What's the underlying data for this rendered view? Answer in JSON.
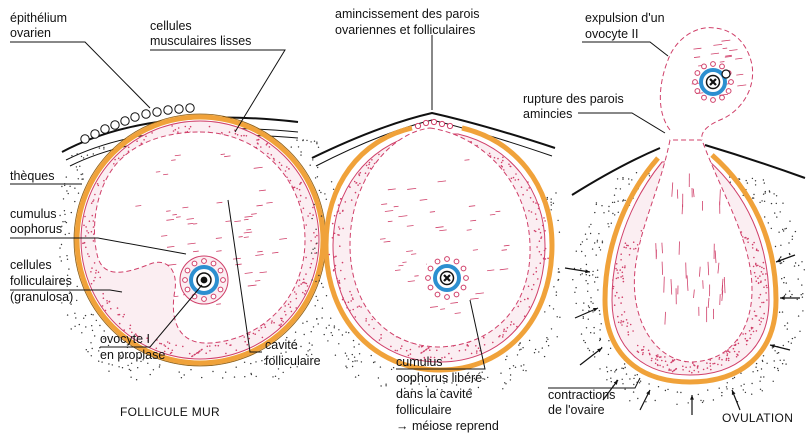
{
  "colors": {
    "background": "#ffffff",
    "theca_orange": "#f0a23a",
    "granulosa_pink": "#d0406a",
    "zona_blue": "#2c8fd0",
    "outline": "#111111"
  },
  "panels": [
    {
      "caption": "FOLLICULE MUR",
      "labels": {
        "epithelium": [
          "épithélium",
          "ovarien"
        ],
        "muscle": [
          "cellules",
          "musculaires lisses"
        ],
        "theques": [
          "thèques"
        ],
        "cumulus": [
          "cumulus",
          "oophorus"
        ],
        "granulosa": [
          "cellules",
          "folliculaires",
          "(granulosa)"
        ],
        "ovocyte": [
          "ovocyte I",
          "en proplase"
        ],
        "cavite": [
          "cavité",
          "folliculaire"
        ]
      }
    },
    {
      "caption_lines": [
        "amincissement des parois",
        "ovariennes et folliculaires"
      ],
      "labels": {
        "cumulus_libere": [
          "cumulus",
          "oophorus libéré",
          "dans la cavité",
          "folliculaire"
        ],
        "meiose": "→ méiose reprend"
      }
    },
    {
      "caption": "OVULATION",
      "labels": {
        "expulsion": [
          "expulsion d'un",
          "ovocyte II"
        ],
        "rupture": [
          "rupture des parois",
          "amincies"
        ],
        "contractions": [
          "contractions",
          "de l'ovaire"
        ]
      }
    }
  ]
}
